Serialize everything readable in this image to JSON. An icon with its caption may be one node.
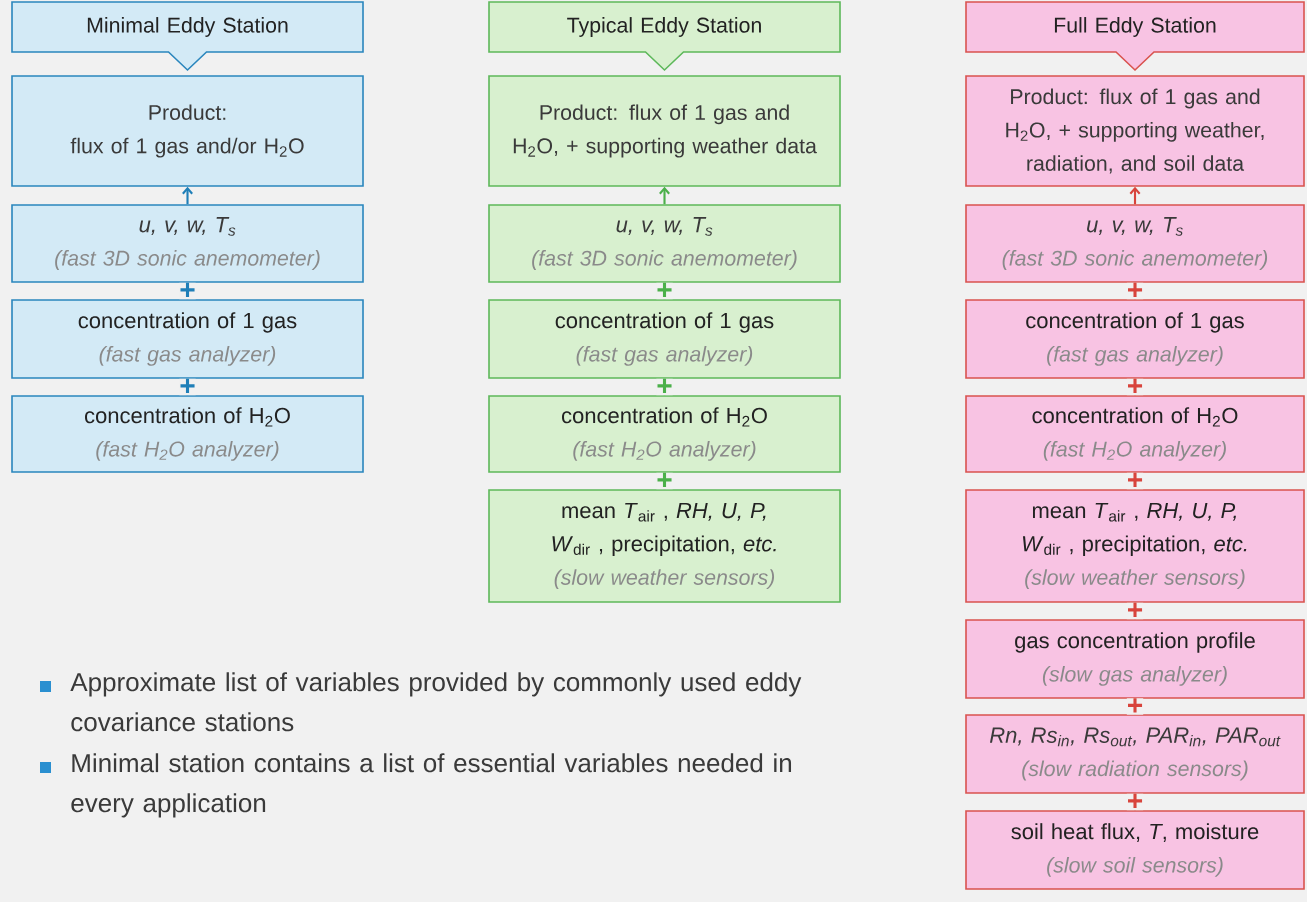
{
  "diagram": {
    "nodes": [
      {
        "text": [
          "Minimal Eddy Station"
        ]
      },
      {
        "text": [
          "Product:",
          "flux of 1 gas and/or H$_{2}$O"
        ]
      },
      {
        "text": [
          "u, v, w, T$_{s}$",
          "(fast 3D sonic anemometer)"
        ]
      },
      {
        "text": [
          "concentration of 1 gas",
          "(fast gas analyzer)"
        ]
      },
      {
        "text": [
          "concentration of H$_{2}$O",
          "(fast H$_{2}$O analyzer)"
        ]
      },
      {
        "text": [
          "Typical Eddy Station"
        ]
      },
      {
        "text": [
          "Product: flux of 1 gas and H$_{2}$O, + supporting weather data"
        ]
      },
      {
        "text": [
          "u, v, w, T$_{s}$",
          "(fast 3D sonic anemometer)"
        ]
      },
      {
        "text": [
          "concentration of 1 gas",
          "(fast gas analyzer)"
        ]
      },
      {
        "text": [
          "concentration of H$_{2}$O",
          "(fast H$_{2}$O analyzer)"
        ]
      },
      {
        "text": [
          "mean *T*$_{air}$ , *RH, U, P, W*$_{dir}$ , precipitation, *etc.*",
          "(slow weather sensors)"
        ]
      },
      {
        "text": [
          "Full Eddy Station"
        ]
      },
      {
        "text": [
          "Product: flux of 1 gas and H$_{2}$O, + supporting weather, radiation, and soil data"
        ]
      },
      {
        "text": [
          "u, v, w, T$_{s}$",
          "(fast 3D sonic anemometer)"
        ]
      },
      {
        "text": [
          "concentration of 1 gas",
          "(fast gas analyzer)"
        ]
      },
      {
        "text": [
          "concentration of H$_{2}$O",
          "(fast H$_{2}$O analyzer)"
        ]
      },
      {
        "text": [
          "mean *T*$_{air}$ , *RH, U, P, W*$_{dir}$ , precipitation, *etc.*",
          "(slow weather sensors)"
        ]
      },
      {
        "text": [
          "gas concentration profile",
          "(slow gas analyzer)"
        ]
      },
      {
        "text": [
          "Rn, Rs$_{in}$, Rs$_{out}$, PAR$_{in}$, PAR$_{out}$",
          "(slow radiation sensors)"
        ]
      },
      {
        "text": [
          "soil heat flux, *T*, moisture",
          "(slow soil sensors)"
        ]
      }
    ],
    "edges": [
      {
        "from": 2,
        "to": 1,
        "arrow": "to",
        "color": "#1f7fb8"
      },
      {
        "from": 3,
        "to": 2,
        "arrow": "none",
        "label": "+",
        "color": "#1f7fb8"
      },
      {
        "from": 4,
        "to": 3,
        "arrow": "none",
        "label": "+",
        "color": "#1f7fb8"
      },
      {
        "from": 7,
        "to": 6,
        "arrow": "to",
        "color": "#4bb04a"
      },
      {
        "from": 8,
        "to": 7,
        "arrow": "none",
        "label": "+",
        "color": "#4bb04a"
      },
      {
        "from": 9,
        "to": 8,
        "arrow": "none",
        "label": "+",
        "color": "#4bb04a"
      },
      {
        "from": 10,
        "to": 9,
        "arrow": "none",
        "label": "+",
        "color": "#4bb04a"
      },
      {
        "from": 13,
        "to": 12,
        "arrow": "to"
      },
      {
        "from": 14,
        "to": 13,
        "arrow": "none",
        "label": "+"
      },
      {
        "from": 15,
        "to": 14,
        "arrow": "none",
        "label": "+"
      },
      {
        "from": 16,
        "to": 15,
        "arrow": "none",
        "label": "+"
      },
      {
        "from": 17,
        "to": 16,
        "arrow": "none",
        "label": "+"
      },
      {
        "from": 18,
        "to": 17,
        "arrow": "none",
        "label": "+"
      },
      {
        "from": 19,
        "to": 18,
        "arrow": "none",
        "label": "+"
      }
    ],
    "labels": [
      "Approximate list of variables provided by commonly used eddy covariance stations",
      "Minimal station contains a list of essential variables needed in every application"
    ]
  }
}
